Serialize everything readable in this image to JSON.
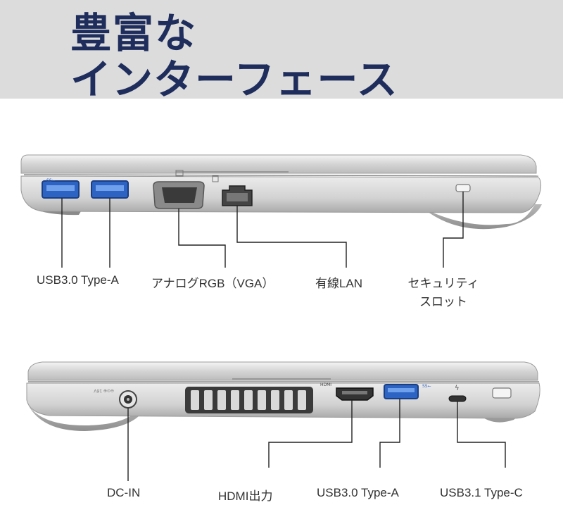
{
  "header": {
    "title_line1": "豊富な",
    "title_line2": "インターフェース",
    "bg_color": "#dcdcdc",
    "title_color": "#1f2d5c"
  },
  "left_side": {
    "labels": {
      "usb_a": "USB3.0 Type-A",
      "vga": "アナログRGB（VGA）",
      "lan": "有線LAN",
      "security_line1": "セキュリティ",
      "security_line2": "スロット"
    }
  },
  "right_side": {
    "labels": {
      "dc_in": "DC-IN",
      "hdmi": "HDMI出力",
      "usb_a": "USB3.0 Type-A",
      "usb_c": "USB3.1 Type-C"
    }
  }
}
